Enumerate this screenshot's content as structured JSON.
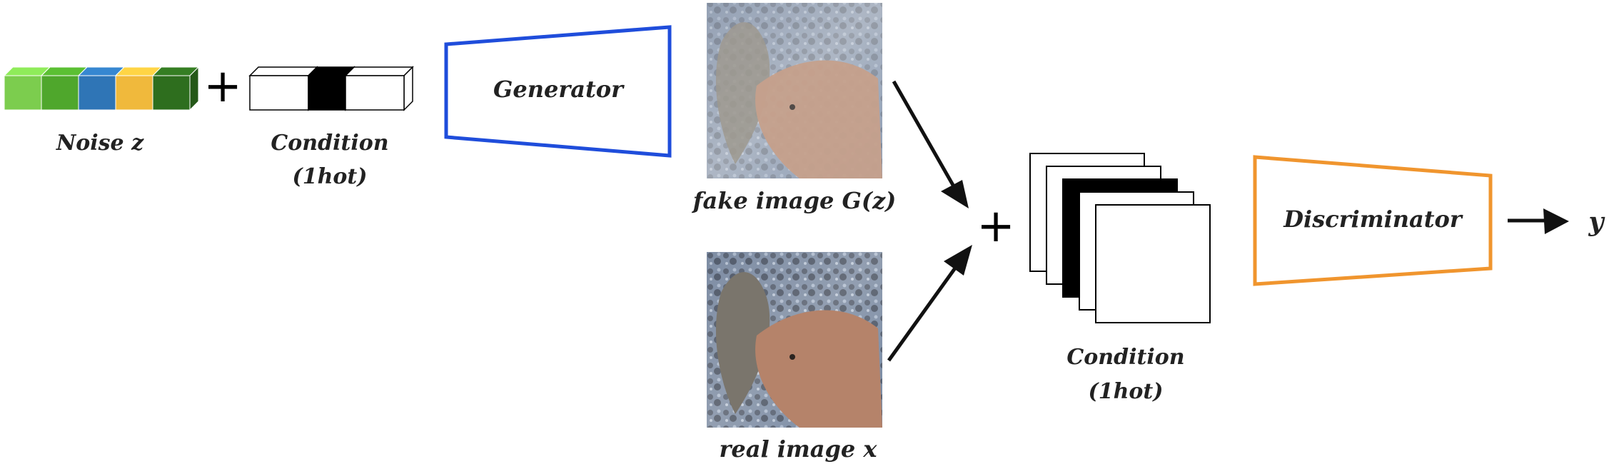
{
  "noise": {
    "label": "Noise z",
    "block_colors": [
      "#7ccd4e",
      "#4fa72c",
      "#2f75b6",
      "#f0b93c",
      "#2e6e1e"
    ]
  },
  "plus_symbol": "+",
  "condition_input": {
    "label_line1": "Condition",
    "label_line2": "(1hot)",
    "hot_index": 1,
    "slot_count": 3
  },
  "generator": {
    "label": "Generator",
    "color": "#1f4ddb"
  },
  "fake_image": {
    "label": "fake image G(z)"
  },
  "real_image": {
    "label": "real image x"
  },
  "condition_stack": {
    "label_line1": "Condition",
    "label_line2": "(1hot)",
    "hot_index": 2,
    "layer_count": 5
  },
  "discriminator": {
    "label": "Discriminator",
    "color": "#f0952e"
  },
  "output": {
    "label": "y"
  }
}
